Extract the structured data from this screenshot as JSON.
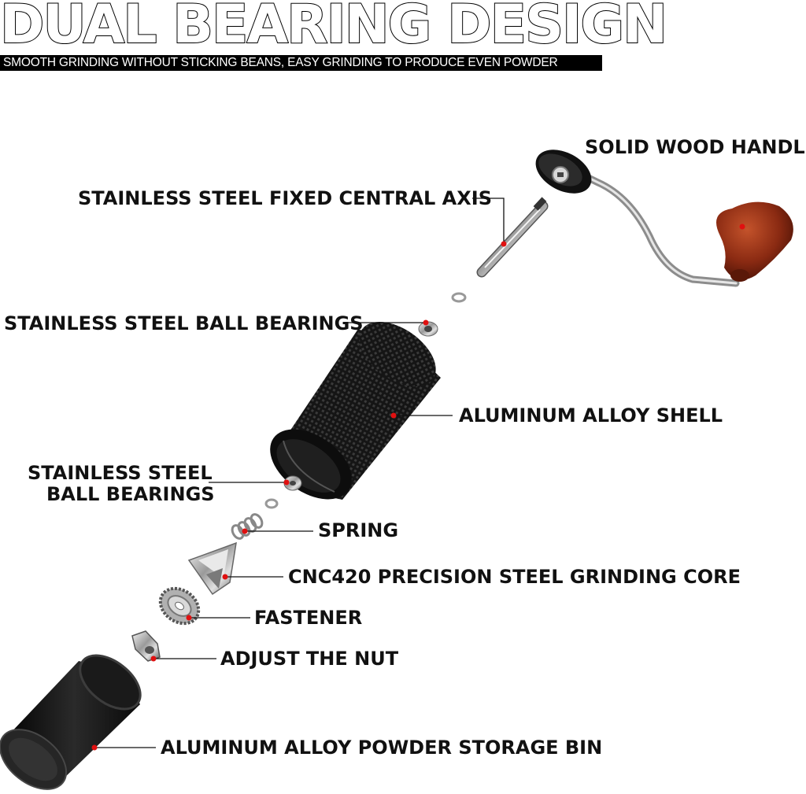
{
  "header": {
    "title": "DUAL BEARING DESIGN",
    "subtitle": "SMOOTH GRINDING WITHOUT STICKING BEANS, EASY GRINDING TO PRODUCE EVEN POWDER"
  },
  "labels": {
    "handle": "SOLID WOOD HANDLE",
    "axis": "STAINLESS STEEL FIXED CENTRAL AXIS",
    "bearings_top": "STAINLESS STEEL BALL BEARINGS",
    "shell": "ALUMINUM ALLOY SHELL",
    "bearings_bottom_line1": "STAINLESS STEEL",
    "bearings_bottom_line2": "BALL BEARINGS",
    "spring": "SPRING",
    "core": "CNC420 PRECISION STEEL GRINDING CORE",
    "fastener": "FASTENER",
    "nut": "ADJUST THE NUT",
    "bin": "ALUMINUM ALLOY POWDER STORAGE BIN"
  },
  "colors": {
    "marker": "#e01010",
    "wood": "#8a2a12",
    "shell": "#141414",
    "steel": "#bdbdbd"
  }
}
